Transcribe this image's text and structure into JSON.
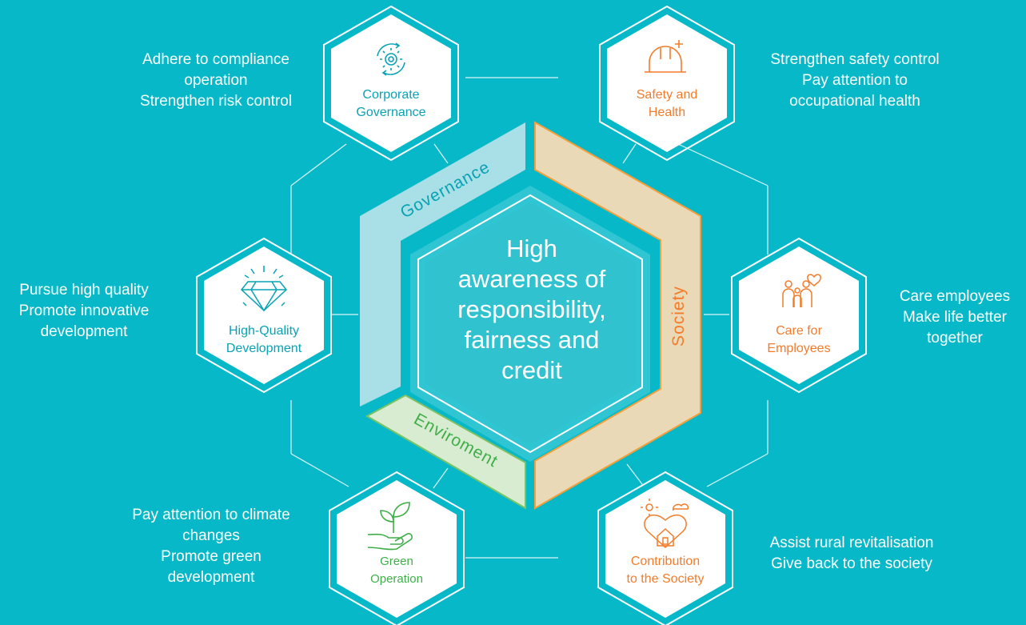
{
  "center": {
    "text": "High\nawareness of\nresponsibility,\nfairness and\ncredit"
  },
  "pillars": {
    "governance": "Governance",
    "society": "Society",
    "environment": "Enviroment"
  },
  "nodes": {
    "governance": {
      "label": "Corporate\nGovernance",
      "icon": "gear-cycle-icon",
      "color": "#07a3b5",
      "description": "Adhere to compliance\noperation\nStrengthen risk control"
    },
    "safety": {
      "label": "Safety and\nHealth",
      "icon": "hard-hat-icon",
      "color": "#f47b2a",
      "description": "Strengthen safety control\nPay attention to\noccupational health"
    },
    "quality": {
      "label": "High-Quality\nDevelopment",
      "icon": "diamond-icon",
      "color": "#07a3b5",
      "description": "Pursue high quality\nPromote innovative\ndevelopment"
    },
    "employees": {
      "label": "Care for\nEmployees",
      "icon": "family-heart-icon",
      "color": "#f47b2a",
      "description": "Care employees\nMake life better\ntogether"
    },
    "green": {
      "label": "Green\nOperation",
      "icon": "plant-hand-icon",
      "color": "#3fae49",
      "description": "Pay attention to climate\nchanges\nPromote green\ndevelopment"
    },
    "society": {
      "label": "Contribution\nto the Society",
      "icon": "heart-house-icon",
      "color": "#f47b2a",
      "description": "Assist rural revitalisation\nGive back to the society"
    }
  }
}
